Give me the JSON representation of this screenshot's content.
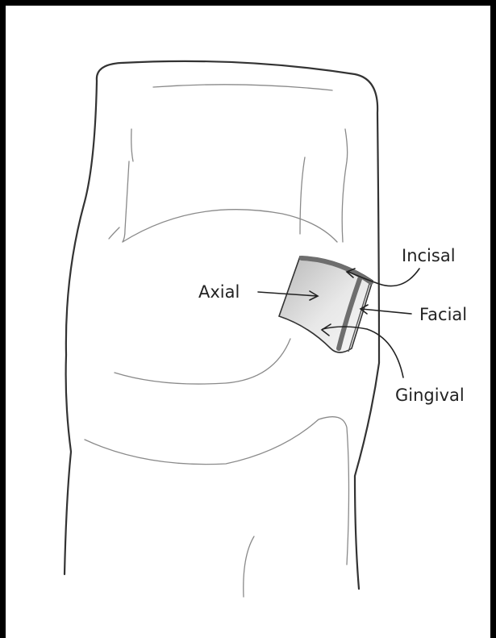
{
  "labels": {
    "incisal": "Incisal",
    "axial": "Axial",
    "facial": "Facial",
    "gingival": "Gingival"
  },
  "colors": {
    "line": "#333333",
    "thin_line": "#8a8a8a",
    "preparation_fill": "#d6d6d6",
    "preparation_dark": "#6e6e6e",
    "frame": "#000000"
  }
}
